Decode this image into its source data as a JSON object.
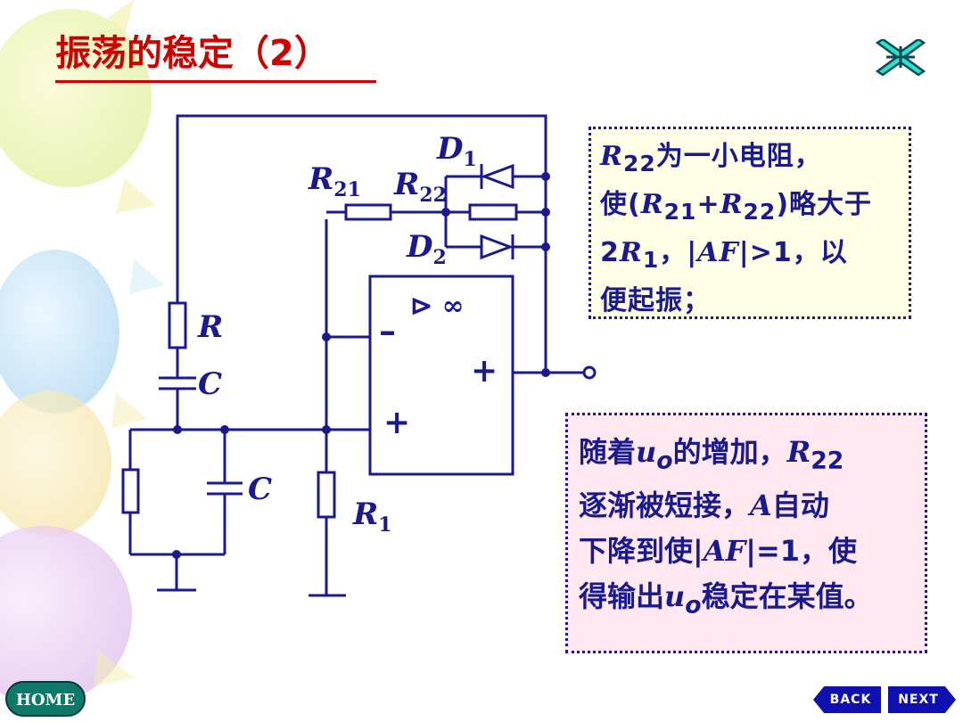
{
  "slide": {
    "title": "振荡的稳定（2）"
  },
  "circuit": {
    "labels": {
      "D1": {
        "main": "D",
        "sub": "1"
      },
      "D2": {
        "main": "D",
        "sub": "2"
      },
      "R21": {
        "main": "R",
        "sub": "21"
      },
      "R22": {
        "main": "R",
        "sub": "22"
      },
      "R": {
        "main": "R"
      },
      "C_series": {
        "main": "C"
      },
      "C_shunt": {
        "main": "C"
      },
      "R1": {
        "main": "R",
        "sub": "1"
      },
      "opamp_gain": "⊳ ∞",
      "inv_input": "–",
      "noninv_input": "+",
      "output_sign": "+"
    }
  },
  "note1": {
    "r22": "R",
    "r22_sub": "22",
    "text1": "为一小电阻，",
    "text2a": "使(",
    "r21": "R",
    "r21_sub": "21",
    "plus": "+",
    "r22b": "R",
    "r22b_sub": "22",
    "text2b": ")略大于",
    "text3a": "2",
    "r1": "R",
    "r1_sub": "1",
    "text3b": "，|",
    "af": "AF",
    "text3c": "|>1，以",
    "text4": "便起振；"
  },
  "note2": {
    "text1a": "随着",
    "uo": "u",
    "uo_sub": "o",
    "text1b": "的增加，",
    "r22": "R",
    "r22_sub": "22",
    "text2a": "逐渐被短接，",
    "a": "A",
    "text2b": "自动",
    "text3a": "下降到使|",
    "af": "AF",
    "text3b": "|=1，使",
    "text4a": "得输出",
    "uo2": "u",
    "uo2_sub": "o",
    "text4b": "稳定在某值。"
  },
  "nav": {
    "home": "HOME",
    "back": "BACK",
    "next": "NEXT"
  },
  "colors": {
    "title": "#cc0000",
    "circuit": "#1a1a8c",
    "note1_bg": "#ffffe8",
    "note2_bg": "#ffe8ef"
  }
}
